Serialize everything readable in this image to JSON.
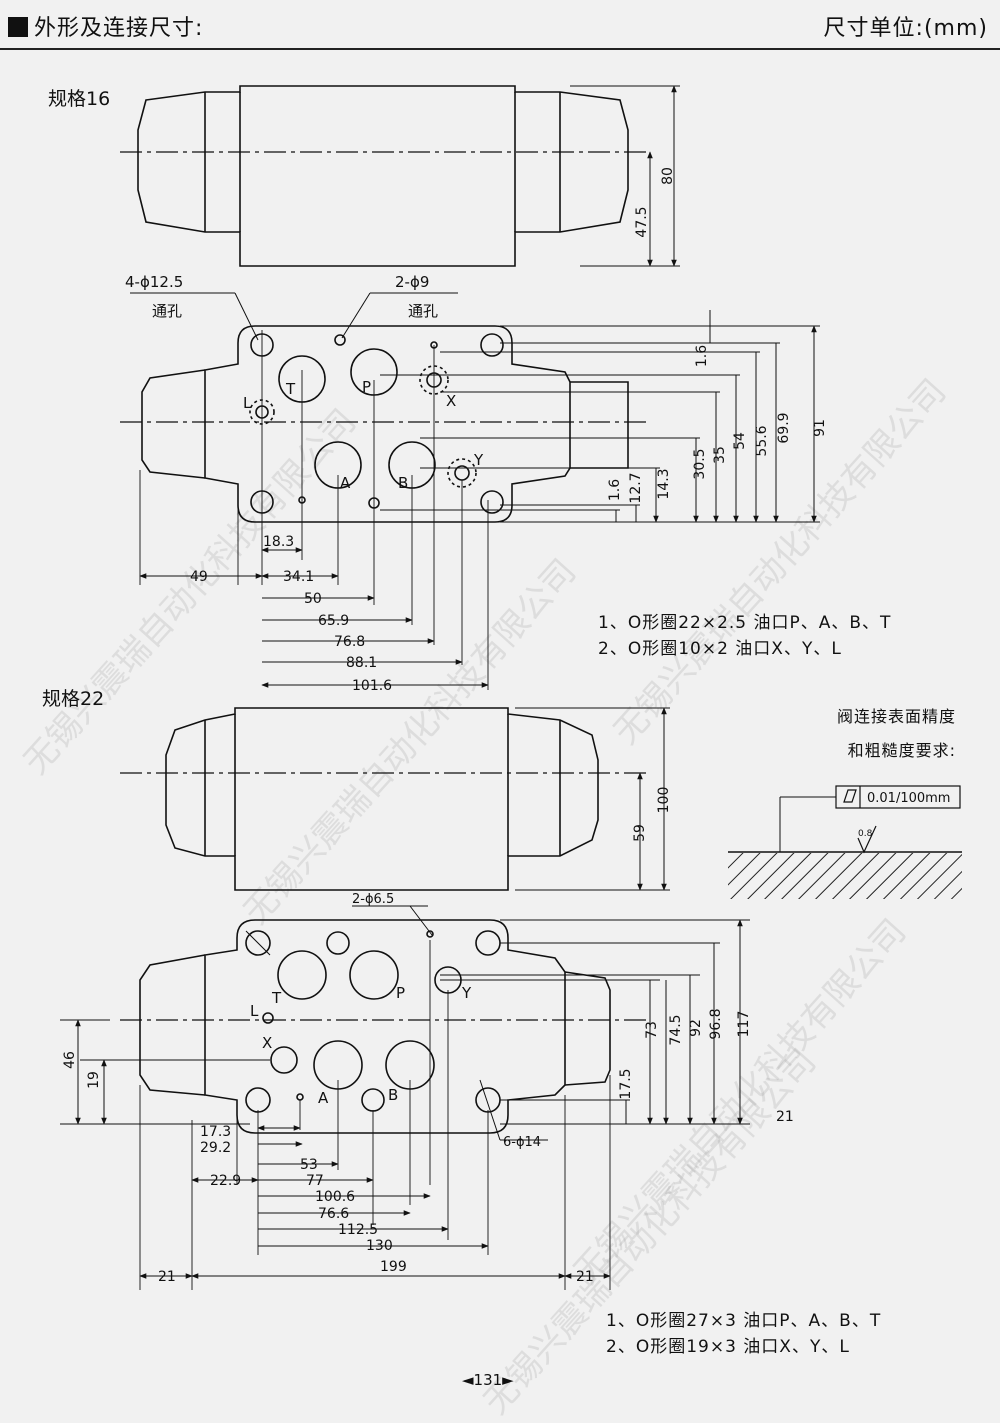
{
  "header": {
    "title": "外形及连接尺寸:",
    "unit": "尺寸单位:(mm)"
  },
  "spec16": {
    "title": "规格16",
    "hole_large": "4-ϕ12.5",
    "hole_large_note": "通孔",
    "hole_small": "2-ϕ9",
    "hole_small_note": "通孔",
    "ports": {
      "T": "T",
      "P": "P",
      "X": "X",
      "L": "L",
      "A": "A",
      "B": "B",
      "Y": "Y"
    },
    "dims_right_top": [
      "80",
      "47.5"
    ],
    "dims_right": [
      "1.6",
      "1.6",
      "12.7",
      "14.3",
      "30.5",
      "35",
      "54",
      "55.6",
      "69.9",
      "91"
    ],
    "dims_bottom": [
      "18.3",
      "49",
      "34.1",
      "50",
      "65.9",
      "76.8",
      "88.1",
      "101.6"
    ],
    "notes": [
      "1、O形圈22×2.5 油口P、A、B、T",
      "2、O形圈10×2 油口X、Y、L"
    ]
  },
  "spec22": {
    "title": "规格22",
    "hole_small": "2-ϕ6.5",
    "hole_large": "6-ϕ14",
    "ports": {
      "T": "T",
      "P": "P",
      "Y": "Y",
      "L": "L",
      "X": "X",
      "A": "A",
      "B": "B"
    },
    "dims_right_top": [
      "100",
      "59"
    ],
    "dims_right": [
      "17.5",
      "73",
      "74.5",
      "92",
      "96.8",
      "117",
      "21"
    ],
    "dims_left": [
      "46",
      "19"
    ],
    "dims_bottom": [
      "17.3",
      "29.2",
      "53",
      "22.9",
      "77",
      "100.6",
      "76.6",
      "112.5",
      "130",
      "21",
      "199",
      "21"
    ],
    "notes": [
      "1、O形圈27×3 油口P、A、B、T",
      "2、O形圈19×3 油口X、Y、L"
    ]
  },
  "roughness": {
    "line1": "阀连接表面精度",
    "line2": "和粗糙度要求:",
    "flatness": "0.01/100mm",
    "ra": "0.8"
  },
  "page_number": "◄131►",
  "watermark": "无锡兴震瑞自动化科技有限公司"
}
